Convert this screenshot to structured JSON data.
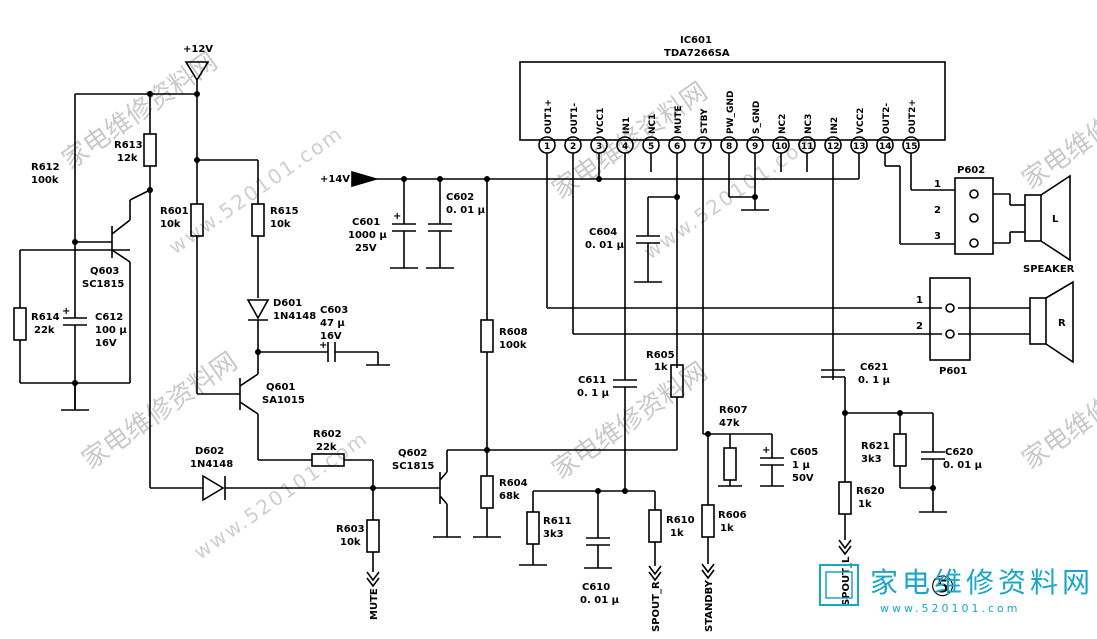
{
  "ic": {
    "ref": "IC601",
    "part": "TDA7266SA"
  },
  "pins": [
    {
      "num": "1",
      "name": "OUT1+"
    },
    {
      "num": "2",
      "name": "OUT1-"
    },
    {
      "num": "3",
      "name": "VCC1"
    },
    {
      "num": "4",
      "name": "IN1"
    },
    {
      "num": "5",
      "name": "NC1"
    },
    {
      "num": "6",
      "name": "MUTE"
    },
    {
      "num": "7",
      "name": "STBY"
    },
    {
      "num": "8",
      "name": "PW_GND"
    },
    {
      "num": "9",
      "name": "S_GND"
    },
    {
      "num": "10",
      "name": "NC2"
    },
    {
      "num": "11",
      "name": "NC3"
    },
    {
      "num": "12",
      "name": "IN2"
    },
    {
      "num": "13",
      "name": "VCC2"
    },
    {
      "num": "14",
      "name": "OUT2-"
    },
    {
      "num": "15",
      "name": "OUT2+"
    }
  ],
  "supplies": {
    "v12": "+12V",
    "v14": "+14V"
  },
  "components": {
    "r612": {
      "ref": "R612",
      "val": "100k"
    },
    "r613": {
      "ref": "R613",
      "val": "12k"
    },
    "r614": {
      "ref": "R614",
      "val": "22k"
    },
    "r601": {
      "ref": "R601",
      "val": "10k"
    },
    "r615": {
      "ref": "R615",
      "val": "10k"
    },
    "r602": {
      "ref": "R602",
      "val": "22k"
    },
    "r603": {
      "ref": "R603",
      "val": "10k"
    },
    "r604": {
      "ref": "R604",
      "val": "68k"
    },
    "r608": {
      "ref": "R608",
      "val": "100k"
    },
    "r605": {
      "ref": "R605",
      "val": "1k"
    },
    "r611": {
      "ref": "R611",
      "val": "3k3"
    },
    "r610": {
      "ref": "R610",
      "val": "1k"
    },
    "r606": {
      "ref": "R606",
      "val": "1k"
    },
    "r607": {
      "ref": "R607",
      "val": "47k"
    },
    "r620": {
      "ref": "R620",
      "val": "1k"
    },
    "r621": {
      "ref": "R621",
      "val": "3k3"
    },
    "c612": {
      "ref": "C612",
      "val1": "100 μ",
      "val2": "16V"
    },
    "c601": {
      "ref": "C601",
      "val1": "1000 μ",
      "val2": "25V"
    },
    "c602": {
      "ref": "C602",
      "val1": "0. 01 μ"
    },
    "c603": {
      "ref": "C603",
      "val1": "47 μ",
      "val2": "16V"
    },
    "c604": {
      "ref": "C604",
      "val1": "0. 01 μ"
    },
    "c611": {
      "ref": "C611",
      "val1": "0. 1 μ"
    },
    "c610": {
      "ref": "C610",
      "val1": "0. 01 μ"
    },
    "c605": {
      "ref": "C605",
      "val1": "1 μ",
      "val2": "50V"
    },
    "c621": {
      "ref": "C621",
      "val1": "0. 1 μ"
    },
    "c620": {
      "ref": "C620",
      "val1": "0. 01 μ"
    },
    "q603": {
      "ref": "Q603",
      "part": "SC1815"
    },
    "q601": {
      "ref": "Q601",
      "part": "SA1015"
    },
    "q602": {
      "ref": "Q602",
      "part": "SC1815"
    },
    "d601": {
      "ref": "D601",
      "part": "1N4148"
    },
    "d602": {
      "ref": "D602",
      "part": "1N4148"
    }
  },
  "connectors": {
    "p602": {
      "ref": "P602",
      "pins": [
        "1",
        "2",
        "3"
      ],
      "ch": "L"
    },
    "p601": {
      "ref": "P601",
      "pins": [
        "1",
        "2"
      ],
      "ch": "R"
    },
    "speaker_label": "SPEAKER"
  },
  "nets": {
    "mute": "MUTE",
    "standby": "STANDBY",
    "spout_r": "SPOUT_R",
    "spout_l": "SPOUT_L"
  },
  "page_number": "⑤",
  "watermark": {
    "site": "www.520101.com",
    "brand": "家电维修资料网",
    "cn": "家电维修资料网",
    "url": "www.520101.com"
  }
}
